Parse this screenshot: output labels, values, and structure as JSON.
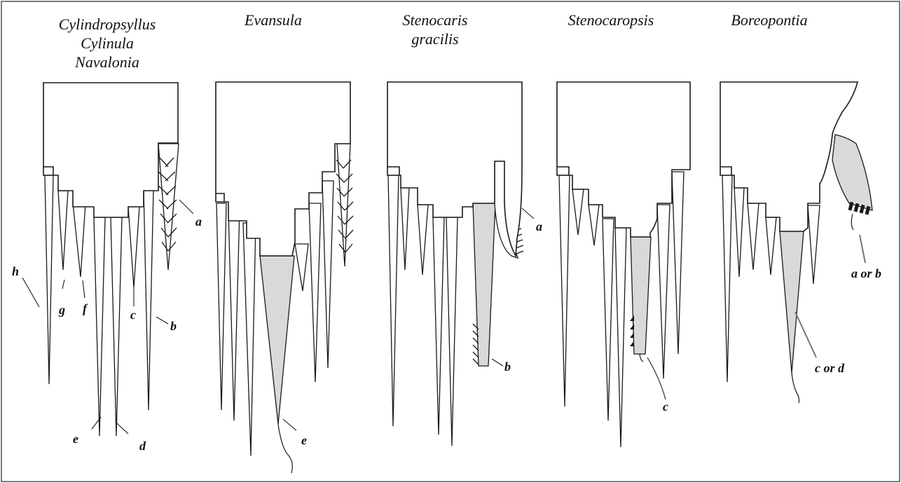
{
  "panels": [
    {
      "title_lines": [
        "Cylindropsyllus",
        "Cylinula",
        "Navalonia"
      ],
      "labels": [
        "a",
        "b",
        "c",
        "d",
        "e",
        "f",
        "g",
        "h"
      ]
    },
    {
      "title_lines": [
        "Evansula"
      ],
      "labels": [
        "e"
      ]
    },
    {
      "title_lines": [
        "Stenocaris",
        "gracilis"
      ],
      "labels": [
        "a",
        "b"
      ]
    },
    {
      "title_lines": [
        "Stenocaropsis"
      ],
      "labels": [
        "c"
      ]
    },
    {
      "title_lines": [
        "Boreopontia"
      ],
      "labels": [
        "a or b",
        "c or d"
      ]
    }
  ],
  "colors": {
    "outline": "#1a1a1a",
    "highlight_fill": "#d9d9d9",
    "background": "#ffffff"
  }
}
